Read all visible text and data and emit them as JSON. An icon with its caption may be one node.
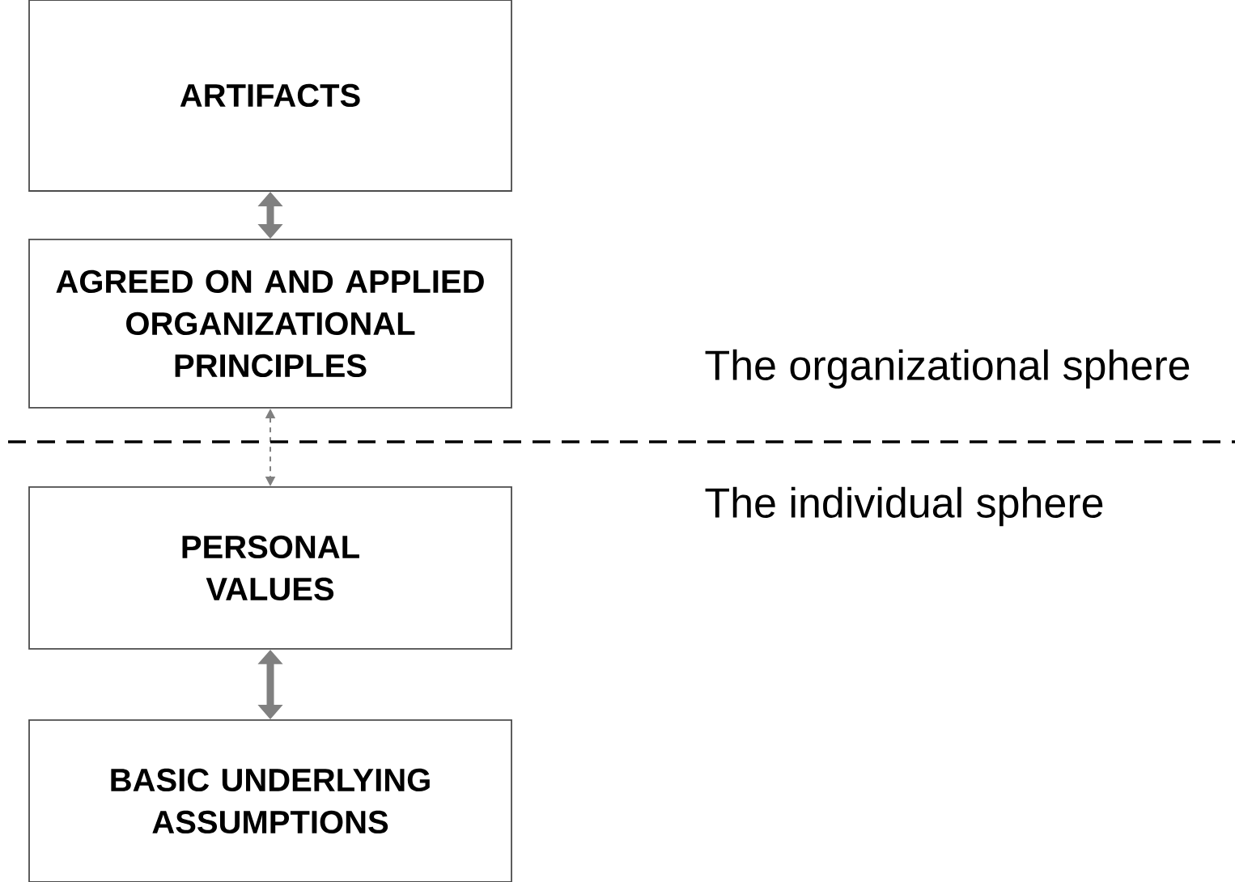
{
  "diagram": {
    "nodes": [
      {
        "text": [
          "ARTIFACTS"
        ]
      },
      {
        "text": [
          "AGREED ON AND APPLIED ORGANIZATIONAL PRINCIPLES"
        ]
      },
      {
        "text": [
          "PERSONAL VALUES"
        ]
      },
      {
        "text": [
          "BASIC UNDERLYING ASSUMPTIONS"
        ]
      }
    ],
    "edges": [
      {
        "from": 0,
        "to": 1,
        "arrow": "both"
      },
      {
        "from": 1,
        "to": 2,
        "arrow": "both",
        "style": "dashed"
      },
      {
        "from": 2,
        "to": 3,
        "arrow": "both"
      }
    ],
    "labels": [
      "The organizational sphere",
      "The individual sphere"
    ]
  }
}
